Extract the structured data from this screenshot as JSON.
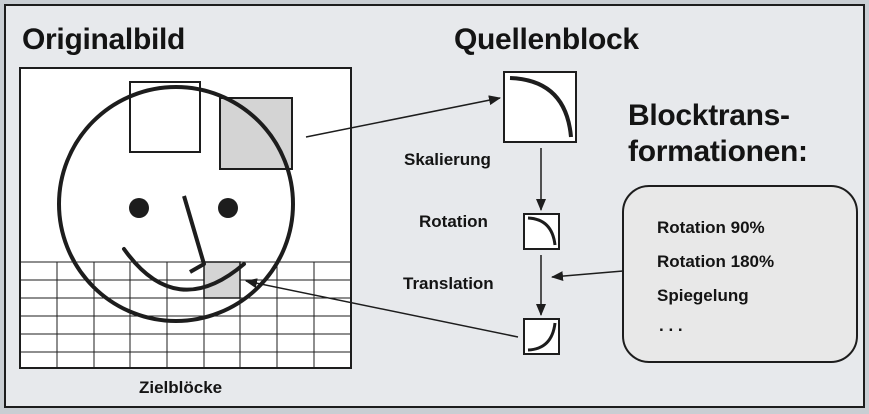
{
  "figure": {
    "title_original": "Originalbild",
    "title_source": "Quellenblock",
    "title_transforms_line1": "Blocktrans-",
    "title_transforms_line2": "formationen:",
    "label_scaling": "Skalierung",
    "label_rotation": "Rotation",
    "label_translation": "Translation",
    "label_target_blocks": "Zielblöcke",
    "transform_list": [
      "Rotation 90%",
      "Rotation 180%",
      "Spiegelung",
      ". . ."
    ]
  },
  "colors": {
    "background_band": "#c9ced3",
    "panel": "#e7e9ec",
    "ink": "#1d1d1d",
    "highlight_block": "#d4d4d4",
    "bubble": "#e8e8e8"
  }
}
